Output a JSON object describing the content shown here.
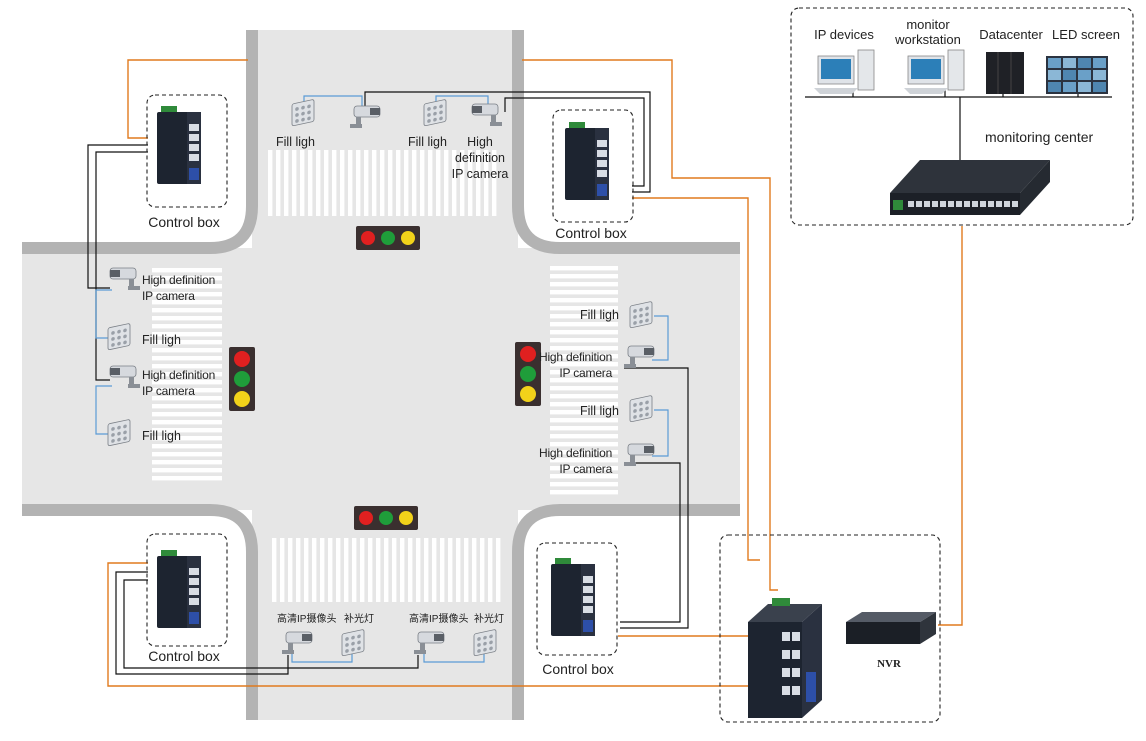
{
  "colors": {
    "road": "#e6e6e6",
    "curb": "#b3b3b3",
    "orange_link": "#e07a1e",
    "black_link": "#111111",
    "blue_link": "#5b9bd5",
    "light_red": "#e02020",
    "light_green": "#1f9d3a",
    "light_yellow": "#f2d21a",
    "device_dark": "#1d2430"
  },
  "control_box_label": "Control box",
  "fill_light_label": "Fill ligh",
  "hd_camera": {
    "line1": "High definition",
    "line2": "IP camera"
  },
  "hd_camera_top": {
    "line1": "High",
    "line2": "definition",
    "line3": "IP camera"
  },
  "cn_camera_label": "高清IP摄像头",
  "cn_fill_light_label": "补光灯",
  "monitoring_center": {
    "label": "monitoring center",
    "ip_devices": "IP devices",
    "workstation_line1": "monitor",
    "workstation_line2": "workstation",
    "datacenter": "Datacenter",
    "led_screen": "LED screen"
  },
  "nvr_label": "NVR"
}
